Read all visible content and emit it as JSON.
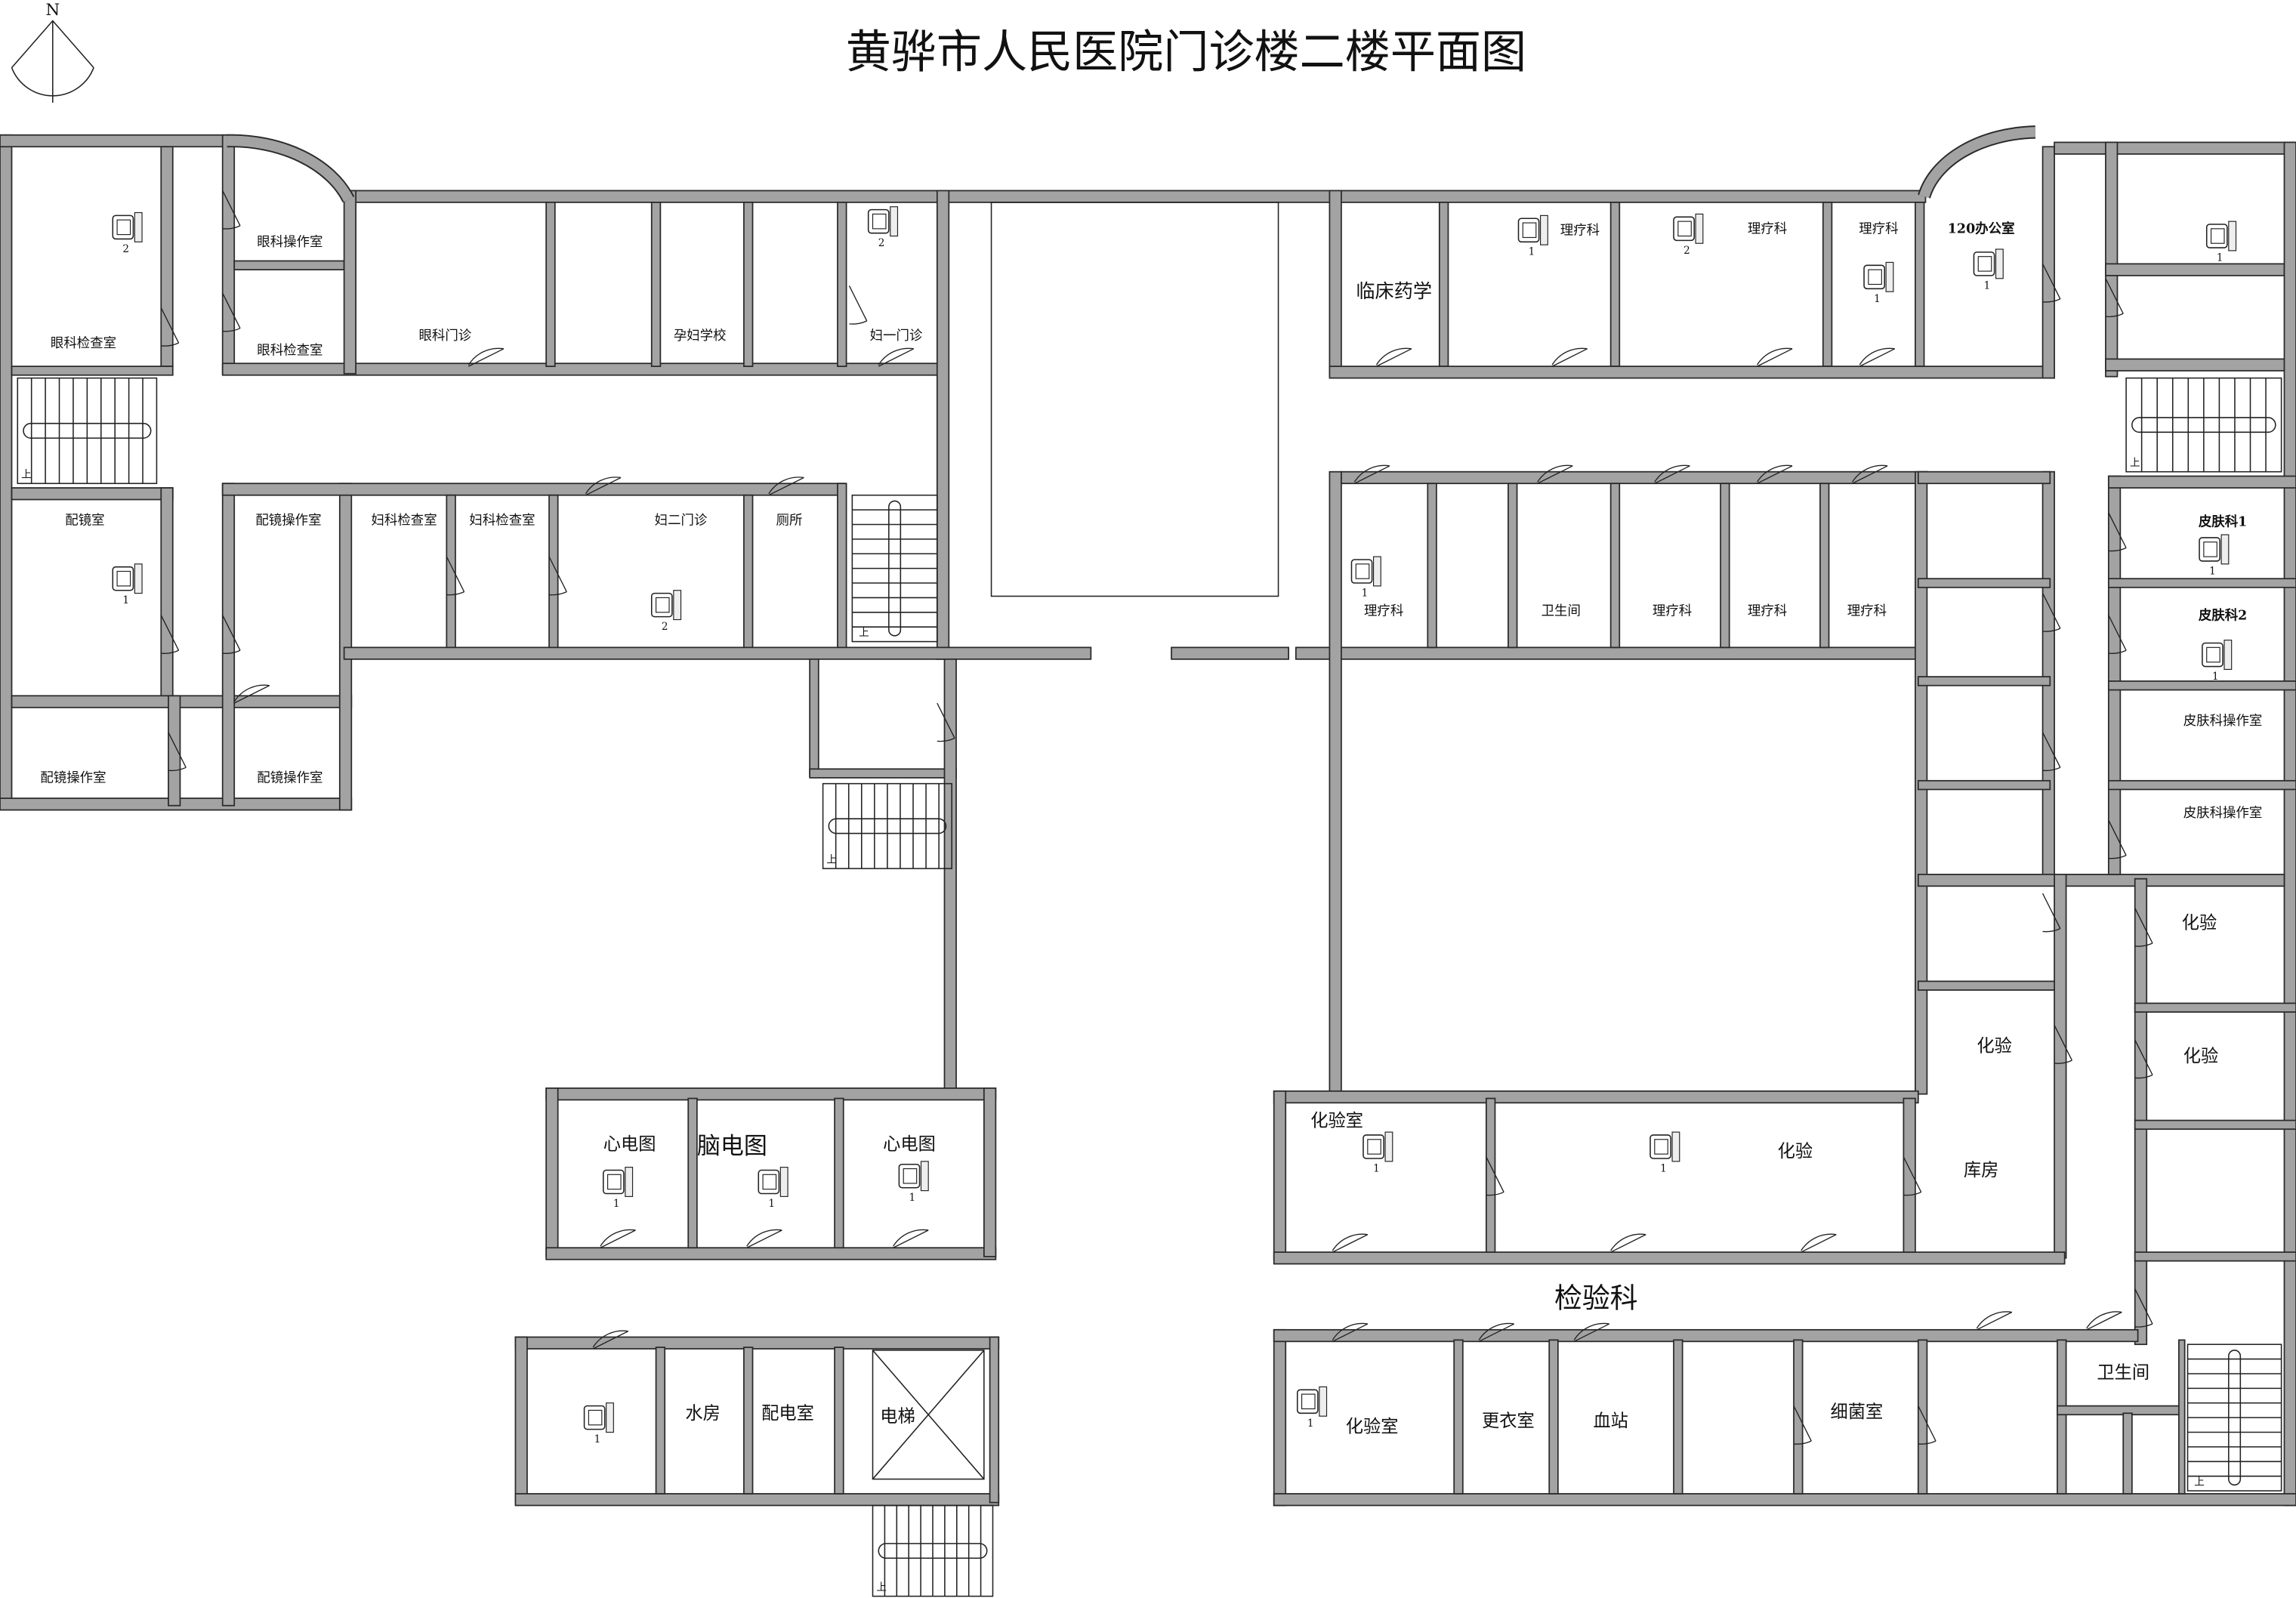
{
  "title": "黄骅市人民医院门诊楼二楼平面图",
  "north_label": "N",
  "stair_up_label": "上",
  "rooms": [
    "眼科检查室",
    "眼科操作室",
    "眼科检查室",
    "眼科门诊",
    "孕妇学校",
    "妇一门诊",
    "配镜室",
    "配镜操作室",
    "妇科检查室",
    "妇科检查室",
    "妇二门诊",
    "厕所",
    "配镜操作室",
    "配镜操作室",
    "临床药学",
    "理疗科",
    "理疗科",
    "理疗科",
    "120办公室",
    "理疗科",
    "卫生间",
    "理疗科",
    "理疗科",
    "理疗科",
    "皮肤科1",
    "皮肤科2",
    "皮肤科操作室",
    "皮肤科操作室",
    "化验",
    "化验",
    "化验",
    "心电图",
    "脑电图",
    "心电图",
    "化验室",
    "化验",
    "库房",
    "检验科",
    "卫生间",
    "化验室",
    "更衣室",
    "血站",
    "细菌室",
    "水房",
    "配电室",
    "电梯"
  ],
  "computers": [
    "2",
    "2",
    "2",
    "1",
    "1",
    "2",
    "1",
    "1",
    "1",
    "1",
    "1",
    "1",
    "1",
    "1",
    "1",
    "1",
    "1",
    "1",
    "1"
  ],
  "colors": {
    "wall": "#a3a3a3",
    "line": "#222222"
  }
}
